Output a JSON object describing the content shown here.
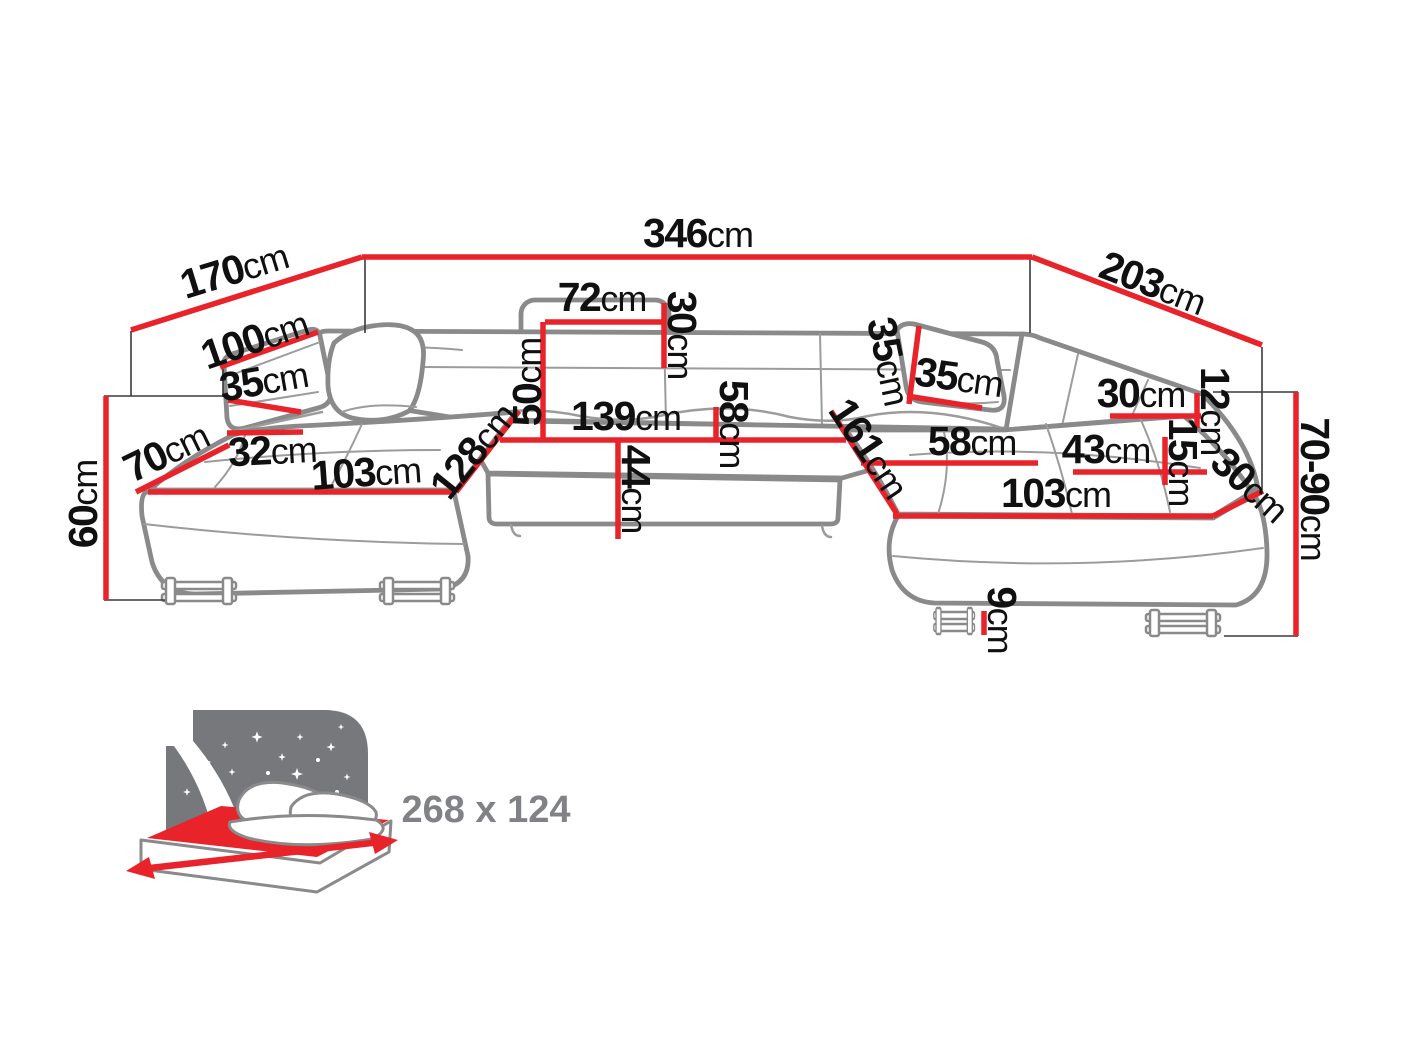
{
  "colors": {
    "accent": "#e8232a",
    "outline": "#8a8a8a",
    "text": "#101010",
    "icon": "#77787b",
    "labelgray": "#808285"
  },
  "dims": {
    "total_width": {
      "value": "346",
      "unit": "cm"
    },
    "back_left_depth": {
      "value": "170",
      "unit": "cm"
    },
    "back_right_depth": {
      "value": "203",
      "unit": "cm"
    },
    "height_left": {
      "value": "60",
      "unit": "cm"
    },
    "armrest_left_length": {
      "value": "100",
      "unit": "cm"
    },
    "armrest_left_width": {
      "value": "35",
      "unit": "cm"
    },
    "chaise_left_front": {
      "value": "70",
      "unit": "cm"
    },
    "armrest_left_inner": {
      "value": "32",
      "unit": "cm"
    },
    "chaise_left_length": {
      "value": "103",
      "unit": "cm"
    },
    "chaise_left_width": {
      "value": "128",
      "unit": "cm"
    },
    "headrest_height": {
      "value": "50",
      "unit": "cm"
    },
    "headrest_width": {
      "value": "72",
      "unit": "cm"
    },
    "headrest_side": {
      "value": "30",
      "unit": "cm"
    },
    "middle_seat_width": {
      "value": "139",
      "unit": "cm"
    },
    "middle_seat_depth": {
      "value": "44",
      "unit": "cm"
    },
    "middle_back_depth": {
      "value": "58",
      "unit": "cm"
    },
    "armrest_right_height": {
      "value": "35",
      "unit": "cm"
    },
    "armrest_right_length": {
      "value": "35",
      "unit": "cm"
    },
    "chaise_right_width": {
      "value": "161",
      "unit": "cm"
    },
    "seat_right_width": {
      "value": "58",
      "unit": "cm"
    },
    "seat_right_inner": {
      "value": "43",
      "unit": "cm"
    },
    "chaise_right_length": {
      "value": "103",
      "unit": "cm"
    },
    "armrest_right_top": {
      "value": "30",
      "unit": "cm"
    },
    "back_right_edge": {
      "value": "12",
      "unit": "cm"
    },
    "armrest_right_side": {
      "value": "15",
      "unit": "cm"
    },
    "corner_right_width": {
      "value": "30",
      "unit": "cm"
    },
    "height_right": {
      "value": "70-90",
      "unit": "cm"
    },
    "leg_height": {
      "value": "9",
      "unit": "cm"
    }
  },
  "sleeping_area": {
    "label": "268 x 124"
  }
}
